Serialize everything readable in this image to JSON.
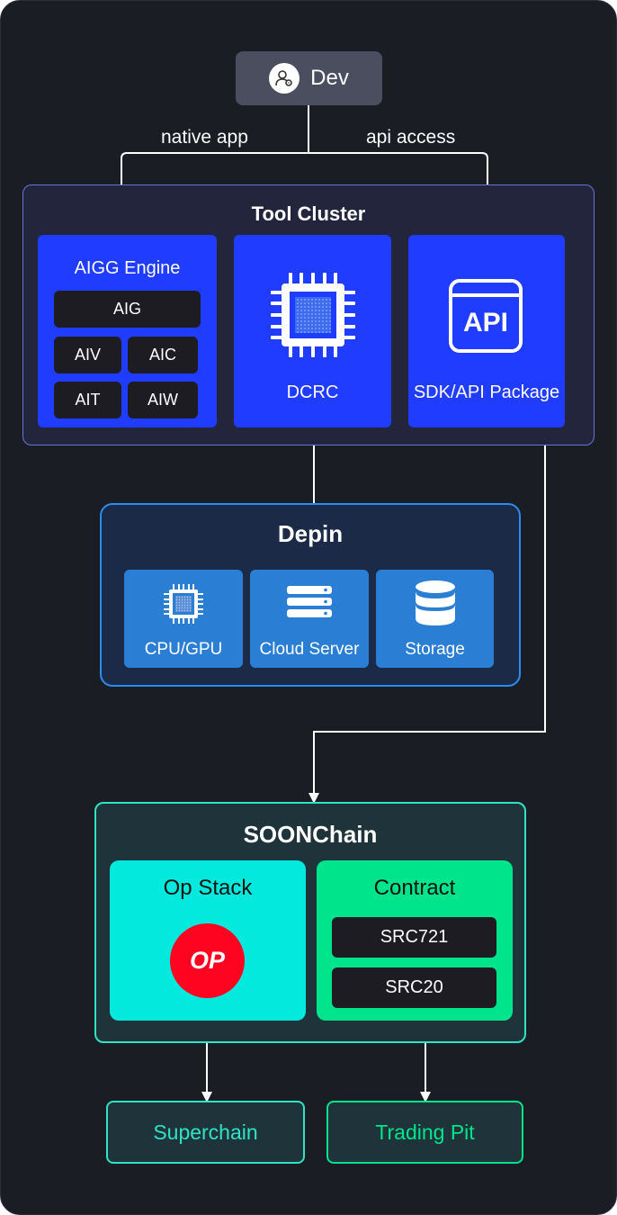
{
  "dev": {
    "label": "Dev",
    "icon": "user-gear-icon"
  },
  "edges": {
    "native_app": "native app",
    "api_access": "api access"
  },
  "tool_cluster": {
    "title": "Tool Cluster",
    "aigg": {
      "title": "AIGG Engine",
      "chips": [
        "AIG",
        "AIV",
        "AIC",
        "AIT",
        "AIW"
      ]
    },
    "dcrc": {
      "label": "DCRC",
      "icon": "chip-icon"
    },
    "sdk": {
      "label": "SDK/API Package",
      "icon_text": "API"
    }
  },
  "depin": {
    "title": "Depin",
    "items": [
      {
        "label": "CPU/GPU",
        "icon": "chip-icon"
      },
      {
        "label": "Cloud Server",
        "icon": "server-icon"
      },
      {
        "label": "Storage",
        "icon": "database-icon"
      }
    ]
  },
  "soonchain": {
    "title": "SOONChain",
    "op_stack": {
      "title": "Op Stack",
      "logo_text": "OP"
    },
    "contract": {
      "title": "Contract",
      "items": [
        "SRC721",
        "SRC20"
      ]
    }
  },
  "outputs": {
    "superchain": "Superchain",
    "trading_pit": "Trading Pit"
  },
  "colors": {
    "background": "#1b1d25",
    "tool_blue": "#1f3cff",
    "depin_blue": "#2a7fd4",
    "cyan": "#04e9dd",
    "green": "#00e58c",
    "op_red": "#ff0420"
  }
}
